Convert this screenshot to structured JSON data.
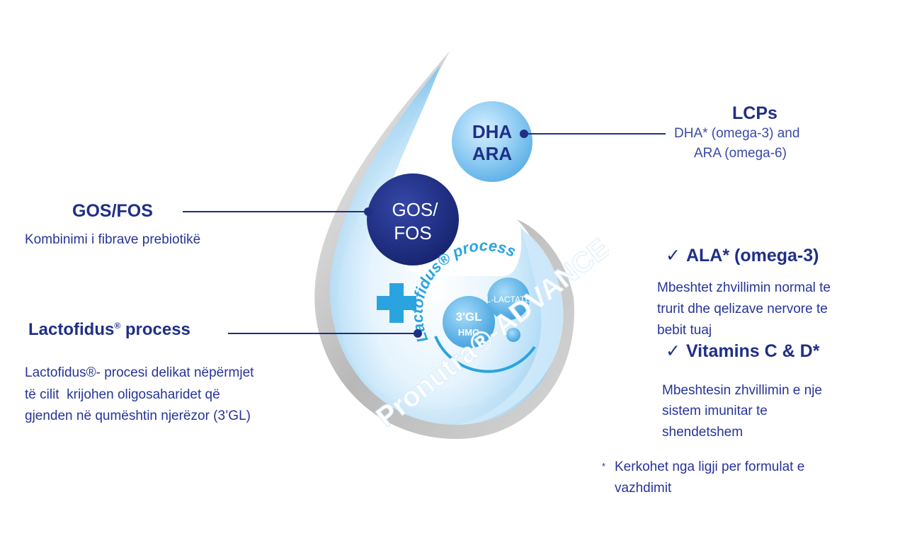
{
  "drop": {
    "dha_ara": {
      "line1": "DHA",
      "line2": "ARA"
    },
    "gos_fos": {
      "line1": "GOS/",
      "line2": "FOS"
    },
    "lactofidus_arc": "Lactofidus® process",
    "l_lactate": "L-LACTATE",
    "gl3": "3'GL",
    "hmo": "HMO",
    "brand": "Pronutra®-ADVANCE"
  },
  "callouts": {
    "lcps": {
      "title": "LCPs",
      "desc_line1": "DHA* (omega-3) and",
      "desc_line2": "ARA (omega-6)"
    },
    "gos": {
      "title": "GOS/FOS",
      "desc": "Kombinimi i fibrave prebiotikë"
    },
    "lactofidus": {
      "title": "Lactofidus",
      "title_mark": "®",
      "title_suffix": " process",
      "desc_line1": "Lactofidus®- procesi delikat nëpërmjet",
      "desc_line2": "të cilit  krijohen oligosaharidet që",
      "desc_line3": "gjenden në qumështin njerëzor (3’GL)"
    },
    "ala": {
      "check": "✓",
      "title": "ALA* (omega-3)",
      "desc_line1": "Mbeshtet zhvillimin normal te",
      "desc_line2": "trurit dhe qelizave nervore te",
      "desc_line3": "bebit tuaj"
    },
    "vitamins": {
      "check": "✓",
      "title": "Vitamins C & D*",
      "desc_line1": "Mbeshtesin zhvillimin e nje",
      "desc_line2": "sistem imunitar te",
      "desc_line3": "shendetshem"
    },
    "footnote": {
      "mark": "*",
      "line1": "Kerkohet nga ligji per formulat e",
      "line2": "vazhdimit"
    }
  },
  "colors": {
    "navy": "#1f2f86",
    "light_blue": "#8fcaf0",
    "accent_blue": "#2aa4de"
  }
}
